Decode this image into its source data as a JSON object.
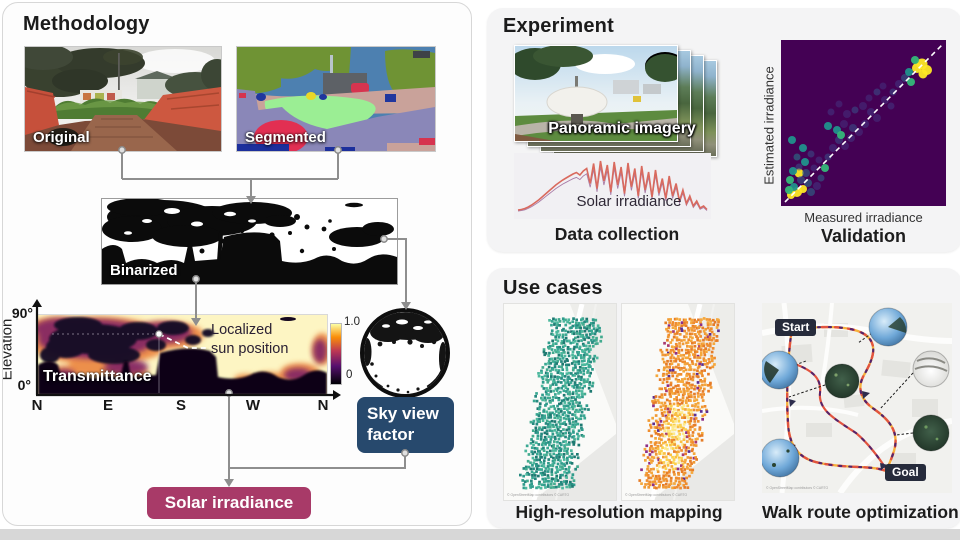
{
  "methodology": {
    "title": "Methodology",
    "original_label": "Original",
    "segmented_label": "Segmented",
    "binarized_label": "Binarized",
    "transmittance_label": "Transmittance",
    "sun_annotation_line1": "Localized",
    "sun_annotation_line2": "sun position",
    "elevation_axis_label": "Elevation",
    "elevation_tick_top": "90°",
    "elevation_tick_bottom": "0°",
    "compass_ticks": [
      "N",
      "E",
      "S",
      "W",
      "N"
    ],
    "colorbar_top": "1.0",
    "colorbar_bottom": "0",
    "sky_view_line1": "Sky view",
    "sky_view_line2": "factor",
    "solar_irradiance_label": "Solar irradiance"
  },
  "experiment": {
    "title": "Experiment",
    "panoramic_label": "Panoramic imagery",
    "solar_plot_label": "Solar irradiance",
    "data_collection_caption": "Data collection",
    "validation_caption": "Validation",
    "validation_x_label": "Measured irradiance",
    "validation_y_label": "Estimated irradiance"
  },
  "use_cases": {
    "title": "Use cases",
    "mapping_caption": "High-resolution mapping",
    "route_caption": "Walk route optimization",
    "start_label": "Start",
    "goal_label": "Goal",
    "map_attribution": "© OpenStreetMap contributors © CARTO"
  },
  "colors": {
    "sky_view_button": "#27496d",
    "solar_button": "#a83a68",
    "route_badge": "#262b3b",
    "connector": "#8e8e8e",
    "validation_bg": "#440154",
    "magma_colorbar": [
      "#000004",
      "#57106e",
      "#bc3754",
      "#f98e09",
      "#fcffa4"
    ]
  },
  "chart_data": [
    {
      "type": "heatmap",
      "title": "Transmittance",
      "ylabel": "Elevation",
      "x_ticks": [
        "N",
        "E",
        "S",
        "W",
        "N"
      ],
      "y_ticks": [
        "0°",
        "90°"
      ],
      "colorbar_range": [
        0,
        1.0
      ],
      "annotation": "Localized sun position",
      "description": "Sky transmittance by azimuth (N-E-S-W-N) and elevation (0-90°); open sky ~1.0 (cream), vegetation and buildings ~0 (dark), magma colormap"
    },
    {
      "type": "scatter",
      "title": "Validation",
      "xlabel": "Measured irradiance",
      "ylabel": "Estimated irradiance",
      "diagonal_line": true,
      "points": [
        {
          "x": 10,
          "y": 155,
          "r": 4,
          "c": "#fde725"
        },
        {
          "x": 16,
          "y": 152,
          "r": 5,
          "c": "#fde725"
        },
        {
          "x": 22,
          "y": 149,
          "r": 4,
          "c": "#fde725"
        },
        {
          "x": 18,
          "y": 133,
          "r": 4.5,
          "c": "#fde725"
        },
        {
          "x": 13,
          "y": 147,
          "r": 4,
          "c": "#21918c"
        },
        {
          "x": 8,
          "y": 150,
          "r": 4,
          "c": "#35b779"
        },
        {
          "x": 27,
          "y": 143,
          "r": 4,
          "c": "#26828e"
        },
        {
          "x": 20,
          "y": 140,
          "r": 4,
          "c": "#31688e"
        },
        {
          "x": 30,
          "y": 152,
          "r": 4,
          "c": "#2c728e"
        },
        {
          "x": 36,
          "y": 146,
          "r": 4,
          "c": "#443983"
        },
        {
          "x": 40,
          "y": 138,
          "r": 3.5,
          "c": "#31688e"
        },
        {
          "x": 12,
          "y": 131,
          "r": 4,
          "c": "#21918c"
        },
        {
          "x": 18,
          "y": 127,
          "r": 3.5,
          "c": "#3b528b"
        },
        {
          "x": 25,
          "y": 133,
          "r": 4,
          "c": "#2c728e"
        },
        {
          "x": 33,
          "y": 128,
          "r": 3.5,
          "c": "#443983"
        },
        {
          "x": 9,
          "y": 140,
          "r": 4,
          "c": "#35b779"
        },
        {
          "x": 24,
          "y": 122,
          "r": 4,
          "c": "#21918c"
        },
        {
          "x": 16,
          "y": 117,
          "r": 3.5,
          "c": "#26828e"
        },
        {
          "x": 30,
          "y": 114,
          "r": 3.5,
          "c": "#3b528b"
        },
        {
          "x": 22,
          "y": 108,
          "r": 4,
          "c": "#21918c"
        },
        {
          "x": 38,
          "y": 120,
          "r": 3.5,
          "c": "#443983"
        },
        {
          "x": 44,
          "y": 128,
          "r": 4,
          "c": "#35b779"
        },
        {
          "x": 47,
          "y": 117,
          "r": 3.5,
          "c": "#3b528b"
        },
        {
          "x": 11,
          "y": 100,
          "r": 4,
          "c": "#21918c"
        },
        {
          "x": 52,
          "y": 108,
          "r": 4,
          "c": "#443983"
        },
        {
          "x": 58,
          "y": 100,
          "r": 4,
          "c": "#3b528b"
        },
        {
          "x": 64,
          "y": 106,
          "r": 4,
          "c": "#46327e"
        },
        {
          "x": 70,
          "y": 98,
          "r": 4,
          "c": "#443983"
        },
        {
          "x": 56,
          "y": 90,
          "r": 4,
          "c": "#21918c"
        },
        {
          "x": 63,
          "y": 84,
          "r": 4,
          "c": "#46327e"
        },
        {
          "x": 72,
          "y": 88,
          "r": 4,
          "c": "#3b528b"
        },
        {
          "x": 78,
          "y": 92,
          "r": 4,
          "c": "#46327e"
        },
        {
          "x": 84,
          "y": 84,
          "r": 4,
          "c": "#443983"
        },
        {
          "x": 66,
          "y": 74,
          "r": 4,
          "c": "#46327e"
        },
        {
          "x": 74,
          "y": 70,
          "r": 3.5,
          "c": "#3b528b"
        },
        {
          "x": 82,
          "y": 66,
          "r": 4,
          "c": "#46327e"
        },
        {
          "x": 90,
          "y": 72,
          "r": 4,
          "c": "#443983"
        },
        {
          "x": 96,
          "y": 78,
          "r": 4,
          "c": "#46327e"
        },
        {
          "x": 58,
          "y": 64,
          "r": 3.5,
          "c": "#46327e"
        },
        {
          "x": 50,
          "y": 72,
          "r": 3.5,
          "c": "#443983"
        },
        {
          "x": 88,
          "y": 58,
          "r": 3.5,
          "c": "#46327e"
        },
        {
          "x": 96,
          "y": 52,
          "r": 3.5,
          "c": "#3b528b"
        },
        {
          "x": 104,
          "y": 60,
          "r": 4,
          "c": "#46327e"
        },
        {
          "x": 110,
          "y": 66,
          "r": 3.5,
          "c": "#443983"
        },
        {
          "x": 102,
          "y": 46,
          "r": 3.5,
          "c": "#46327e"
        },
        {
          "x": 60,
          "y": 95,
          "r": 4,
          "c": "#35b779"
        },
        {
          "x": 47,
          "y": 86,
          "r": 4,
          "c": "#21918c"
        },
        {
          "x": 118,
          "y": 44,
          "r": 4,
          "c": "#443983"
        },
        {
          "x": 124,
          "y": 38,
          "r": 4,
          "c": "#31688e"
        },
        {
          "x": 130,
          "y": 42,
          "r": 4,
          "c": "#35b779"
        },
        {
          "x": 128,
          "y": 32,
          "r": 4,
          "c": "#21918c"
        },
        {
          "x": 136,
          "y": 28,
          "r": 5,
          "c": "#fde725"
        },
        {
          "x": 141,
          "y": 24,
          "r": 5.5,
          "c": "#fde725"
        },
        {
          "x": 146,
          "y": 30,
          "r": 5,
          "c": "#fde725"
        },
        {
          "x": 142,
          "y": 34,
          "r": 4.5,
          "c": "#fde725"
        },
        {
          "x": 134,
          "y": 20,
          "r": 4,
          "c": "#35b779"
        },
        {
          "x": 112,
          "y": 52,
          "r": 3.5,
          "c": "#3b528b"
        }
      ]
    },
    {
      "type": "line",
      "title": "Solar irradiance",
      "description": "Daily solar irradiance time series: smooth morning rise, strong cloud-induced spikes around midday and afternoon, smooth evening decline",
      "values": [
        0.02,
        0.03,
        0.05,
        0.08,
        0.12,
        0.17,
        0.22,
        0.28,
        0.34,
        0.4,
        0.46,
        0.52,
        0.57,
        0.62,
        0.66,
        0.7,
        0.74,
        0.77,
        0.72,
        0.8,
        0.85,
        0.55,
        0.95,
        0.45,
        1.0,
        0.6,
        0.92,
        0.38,
        0.98,
        0.52,
        0.88,
        0.35,
        0.96,
        0.48,
        0.85,
        0.3,
        0.9,
        0.42,
        0.78,
        0.28,
        0.82,
        0.36,
        0.65,
        0.25,
        0.7,
        0.3,
        0.55,
        0.2,
        0.42,
        0.15,
        0.3,
        0.1,
        0.2,
        0.06,
        0.1,
        0.03
      ]
    },
    {
      "type": "heatmap",
      "title": "High-resolution mapping (left map)",
      "description": "Diagonal street-sampling band rendered in teal-green values on a light basemap"
    },
    {
      "type": "heatmap",
      "title": "High-resolution mapping (right map)",
      "description": "Same band rendered in orange-yellow values (brightest lower centre) with purple sprinkles on a light basemap"
    }
  ],
  "render_params": {
    "map1_palette": [
      "#2f9c8c",
      "#3aa893",
      "#25897f",
      "#4db89e",
      "#1e7a72",
      "#43ab8f"
    ],
    "map2_palette_base": [
      "#ef8d2f",
      "#f5a83c",
      "#e67d28",
      "#f09a35"
    ],
    "map2_palette_bright": [
      "#fbd14e",
      "#fde98b",
      "#f9c043"
    ],
    "map2_palette_accent": [
      "#8d2f87",
      "#a93a6f",
      "#5c2d91"
    ]
  }
}
